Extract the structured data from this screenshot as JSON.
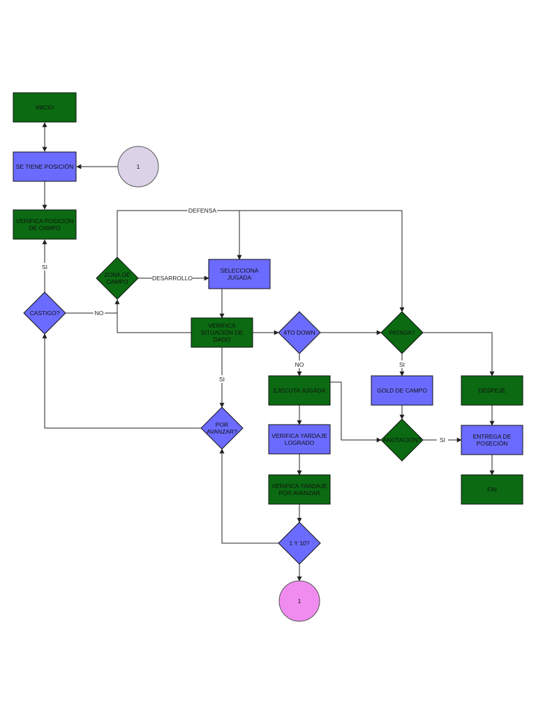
{
  "colors": {
    "green": "#0b6a12",
    "blue": "#6b6bff",
    "lavender": "#dcd2e8",
    "pink": "#f08cf0",
    "stroke": "#111111"
  },
  "nodes": {
    "inicio": {
      "label": "INICIO"
    },
    "se_tiene_posicion": {
      "label": "SE TIENE POSICIÓN"
    },
    "connector_top": {
      "label": "1"
    },
    "verifica_posicion": {
      "label": "VERIFICA POSICIÓN|DE CAMPO"
    },
    "castigo": {
      "label": "CASTIGO?"
    },
    "zona_de_campo": {
      "label": "ZONA DE|CAMPO"
    },
    "selecciona_jugada": {
      "label": "SELECCIONA|JUGADA"
    },
    "verifica_situacion": {
      "label": "VERIFICA|SITUACIÓN DE|DADO"
    },
    "cuarto_down": {
      "label": "4TO DOWN"
    },
    "patada": {
      "label": "PATADA?"
    },
    "ejecuta_jugada": {
      "label": "EJECUTA JUGADA"
    },
    "gold_de_campo": {
      "label": "GOLD DE CAMPO"
    },
    "despeje": {
      "label": "DESPEJE"
    },
    "por_avanzar": {
      "label": "POR|AVANZAR?"
    },
    "verifica_yardaje_logrado": {
      "label": "VERIFICA YARDAJE|LOGRADO"
    },
    "anotacion": {
      "label": "ANOTACIÓN?"
    },
    "entrega_de_posecion": {
      "label": "ENTREGA DE|POSECIÓN"
    },
    "verifica_yardaje_por_avanzar": {
      "label": "VERIFICA YARDAJE|POR AVANZAR"
    },
    "fin": {
      "label": "FIN"
    },
    "uno_y_diez": {
      "label": "1 Y 10?"
    },
    "connector_bottom": {
      "label": "1"
    }
  },
  "edge_labels": {
    "defensa": "DEFENSA",
    "desarrollo": "DESARROLLO",
    "no_castigo": "NO",
    "si_castigo": "SI",
    "si_situacion": "SI",
    "no_down": "NO",
    "si_patada": "SI",
    "si_anotacion": "SI"
  }
}
